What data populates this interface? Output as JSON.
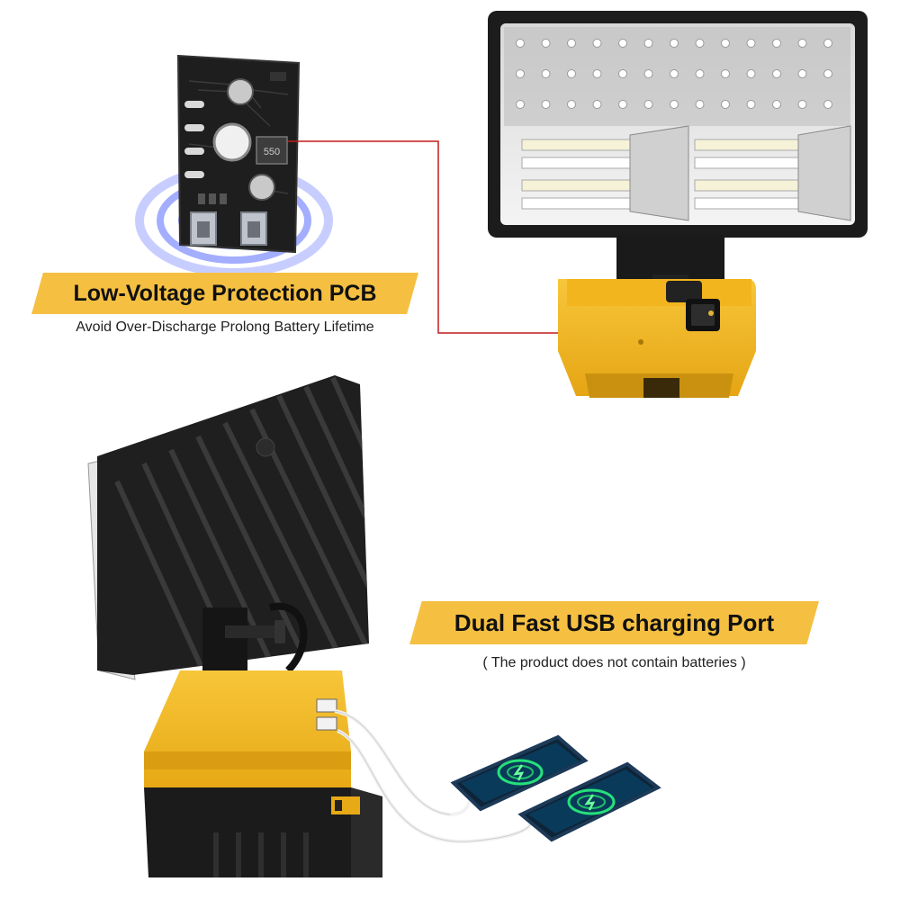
{
  "feature_top": {
    "title": "Low-Voltage Protection PCB",
    "subtitle": "Avoid Over-Discharge Prolong Battery Lifetime",
    "chip_marking": "550"
  },
  "feature_bottom": {
    "title": "Dual Fast USB charging Port",
    "subtitle": "( The product does not contain batteries )"
  },
  "colors": {
    "banner": "#f5c042",
    "tool_yellow": "#f2b51d",
    "callout_line": "#c41c1c",
    "housing": "#1c1c1c"
  }
}
